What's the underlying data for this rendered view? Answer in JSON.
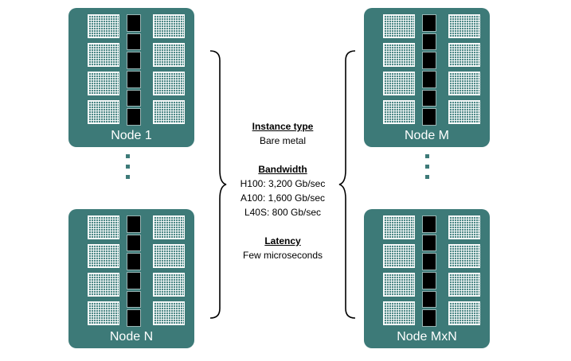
{
  "nodes": {
    "top_left": "Node 1",
    "bottom_left": "Node N",
    "top_right": "Node M",
    "bottom_right": "Node MxN"
  },
  "info": {
    "instance_header": "Instance type",
    "instance_value": "Bare metal",
    "bandwidth_header": "Bandwidth",
    "bandwidth_items": [
      "H100: 3,200 Gb/sec",
      "A100: 1,600 Gb/sec",
      "L40S: 800 Gb/sec"
    ],
    "latency_header": "Latency",
    "latency_value": "Few microseconds"
  },
  "colors": {
    "node": "#3d7a78",
    "chip": "#000000"
  }
}
